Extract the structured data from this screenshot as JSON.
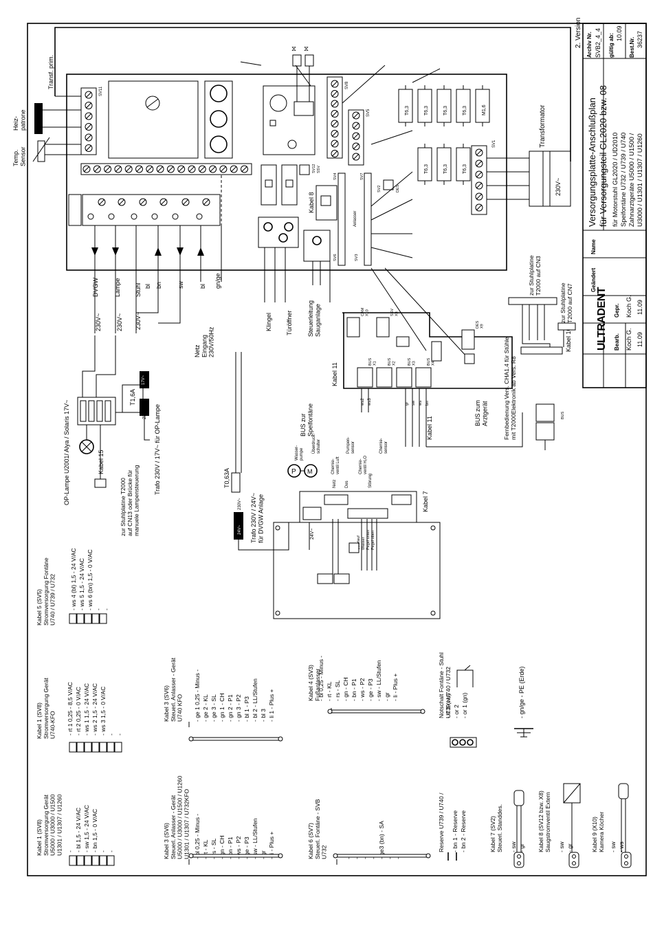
{
  "title_block": {
    "version": "2. Version",
    "archiv_label": "Archiv Nr.",
    "archiv_value": "SVB2_4_4",
    "gueltig_label": "gültig ab:",
    "gueltig_value": "10.09",
    "best_label": "Best.Nr.",
    "best_value": "36237",
    "title_line1": "Versorgungsplatte-Anschlußplan",
    "title_line2": "für Versorgungsteil GL2020 bzw. 08",
    "desc_line1": "für Motorstuhl GL2020 / UD2010",
    "desc_line2": "Speifontäne U732 / U739 / U740",
    "desc_line3": "Zahnarztgeräte U5000 / U1500 /",
    "desc_line4": "U3000 / U1301 / U1307 / U1260",
    "name_label": "Name",
    "geaendert_label": "Geändert",
    "logo": "ULTRADENT",
    "bearb_label": "Bearb.",
    "gepr_label": "Gepr.",
    "bearb_name": "Koch G.",
    "gepr_name": "Koch G.",
    "bearb_date": "11.09",
    "gepr_date": "11.09"
  },
  "board_labels": {
    "transf_prim": "Transf. prim.",
    "heizpatrone": "Heiz-\npatrone",
    "temp_sensor": "Temp.\nSensor",
    "sv11": "SV11",
    "sv8": "SV8",
    "sv5": "SV5",
    "sv1": "SV1",
    "sv12": "SV12",
    "ssv": "SSV",
    "sv4": "SV4",
    "sv7": "SV7",
    "sv2": "SV2",
    "des": "DES",
    "sv6": "SV6",
    "sv3": "SV3",
    "kabel8": "Kabel 8",
    "anlasser": "Anlasser",
    "transformator": "Transformator",
    "v230": "230V~",
    "fuse_labels": [
      "T6,3",
      "T6,3",
      "T6,3",
      "T6,3",
      "M1,6",
      "T6,3",
      "T6,3",
      "T6,3"
    ]
  },
  "outputs": {
    "dvgw": "DVGW",
    "lampe": "Lampe",
    "stuhl": "Stuhl",
    "bl": "bl",
    "bn": "bn",
    "sw": "sw",
    "bl2": "bl",
    "gnge": "gn/ge",
    "v230a": "230V~",
    "v230b": "230V~",
    "v230c": "230V~",
    "netz": "Netz\nEingang\n230V/50Hz",
    "klingel": "Klingel",
    "tueroeffner": "Türöffner",
    "steuerleitung": "Steuerleitung\nSauganlage"
  },
  "op_lamp": {
    "op_lampe": "OP-Lampe U2001/ Alya / Solaris 17V~",
    "kabel15": "Kabel 15",
    "stuhlplatine": "zur Stuhlplatine T2000\nauf CN13 oder Brücke für\nmanuele Lampensteuerung",
    "trafo_op": "Trafo 230V / 17V~ für OP-Lampe",
    "t16a": "T1,6A",
    "v17a": "17V~",
    "v230": "230V~"
  },
  "fountain": {
    "t063a": "T0,63A",
    "trafo": "Trafo 230V / 24V~\nfür DVGW Anlage",
    "v24": "24V~",
    "v230": "230V~",
    "v24b": "24V~",
    "wasserpumpe": "Wasser-\npumpe",
    "ueberdruck": "Überdruck-\nschalter",
    "chemieventil_luft": "Chemie-\nventil Luft",
    "pumpensensor": "Pumpen-\nsensor",
    "chemieventil_h2o": "Chemie-\nventil H₂O",
    "chemiesensor": "Chemie-\nsensor",
    "netz": "Netz",
    "des": "Des",
    "stoerung": "Störung",
    "kabel7": "Kabel 7",
    "ueberlauf": "Überlauf",
    "wasser": "Wasser",
    "pegel_unten": "Pegel unten",
    "pegel_oben": "Pegel oben",
    "p_label": "P",
    "m_label": "M"
  },
  "bus": {
    "kabel11": "Kabel 11",
    "kabel11b": "Kabel 11",
    "bus_spei": "BUS zur\nSpeifontäne",
    "bus_arzt": "BUS zum\nArztgerät",
    "cam": "CAM\nX10",
    "ssv_x8": "SSV\nX8",
    "des_x9": "DES\nX9",
    "x1": "BUS\nX1",
    "x2": "BUS\nX2",
    "x3": "BUS\nX3",
    "x4": "BUS\nX4",
    "fernbedienung": "Fernbedienung Vers. CHA1.4 für Stühle\nmit T2000Elektronik ab Vers. R8",
    "zur_cn3": "zur Stuhlplatine\nT2000 auf CN3",
    "zur_cn7": "zur Stuhlplatine\nT2000 auf CN7",
    "kabel10": "Kabel 10",
    "bus_label": "BUS",
    "wire_codes": [
      "ws2",
      "ws3",
      "gr",
      "sw",
      "ws",
      "bn"
    ]
  },
  "legends": [
    {
      "title": "Kabel 5 (SV5)\nStromversorgung Fontäne\nU740 / U739 / U732",
      "lines": [
        "- ws 4 (bl)  1,5 - 24   V/AC",
        "- ws 5        1,5 - 24   V/AC",
        "- ws 6 (bn)  1,5 -  0    V/AC",
        "-",
        "-"
      ]
    },
    {
      "title": "Kabel 1 (SV8)\nStromversorgung Gerät\nU740-KFO",
      "lines": [
        "- rt 1    0,25 - 8,5 V/AC",
        "- rt 2    0,25 -  0   V/AC",
        "- ws 1    1,5  - 24   V/AC",
        "- ws 2    1,5  - 24   V/AC",
        "- ws 3    1,5  -  0   V/AC",
        "-",
        "-"
      ]
    },
    {
      "title": "Kabel 1 (SV8)\nStromversorgung Gerät\nU5000 / U3000 / U1500\nU1301 / U1307 / U1260",
      "lines": [
        "-",
        "- bl     1,5 - 24   V/AC",
        "- sw    1,5 - 24   V/AC",
        "- bn    1,5 -  0   V/AC",
        "-",
        "-"
      ]
    },
    {
      "title": "Kabel 3 (SV6)\nSteuerl. Anlasser - Gerät\nU740 KFO",
      "lines": [
        "- ge 1   0,25    - Minus -",
        "- ge 2             - KL",
        "- ge 3             - SL",
        "- gn 1             - CH",
        "- gn 2             - P1",
        "- gn 3             - P2",
        "- bl 1              - P3",
        "- bl 2              - LL/Stufen",
        "- bl 3",
        "- li 1                - Plus +"
      ]
    },
    {
      "title": "Kabel 3 (SV6)\nSteuerl. Anlasser - Gerät\nU5000 / U3000 / U1500 / U1260\nU1301 / U1307 / U732KFO",
      "lines": [
        "- bl   0,25    - Minus -",
        "- rt              - KL",
        "- rs              - SL",
        "- gn             - CH",
        "- bn             - P1",
        "- ws             - P2",
        "- ge             - P3",
        "- sw             - LL/Stufen",
        "- gr",
        "- li                - Plus +"
      ]
    },
    {
      "title": "Kabel 4 (SV3)\nFußanlasser",
      "lines": [
        "- bl 0,25 - Minus -",
        "- rt           - KL",
        "- rs           - SL",
        "- gn           - CH",
        "- bn           - P1",
        "- ws           - P2",
        "- ge           - P3",
        "- sw           - LL/Stufen",
        "- gr",
        "- li              - Plus +"
      ]
    },
    {
      "title": "Kabel 6 (SV7)\nSteuerl. Fontäne - SVB\nU732",
      "lines": [
        "-",
        "-",
        "-",
        "-",
        "- ge3 (bn)           - SA",
        "-",
        "-"
      ]
    },
    {
      "title": "Notschalt Fontäne - Stuhl\nU739 / U740 / U732",
      "lines": [
        "- rt  3 (ws)",
        "- or  2",
        "- or  1 (gn)"
      ]
    },
    {
      "title": "Reserve U739 / U740 /",
      "lines": [
        "- bn 1 - Reserve",
        "- bn 2 - Reserve"
      ]
    },
    {
      "title": "Kabel 7 (SV2)\nSteuerl. Standdes.",
      "lines": [
        "- sw",
        "- gr"
      ]
    },
    {
      "title": "Kabel 8 (SV12 bzw. X8)\nSaugstromventil Extern",
      "lines": [
        "- sw",
        "- gr"
      ]
    },
    {
      "title": "Kabel 9 (X10)\nKamera Köcher",
      "lines": [
        "- sw",
        "- ws"
      ]
    }
  ],
  "earth": "- gn/ge   -  PE (Erde)"
}
